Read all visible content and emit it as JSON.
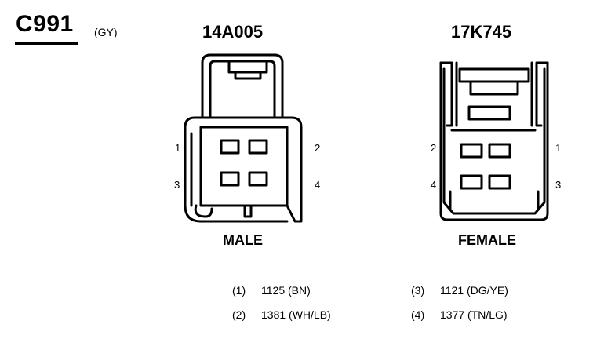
{
  "connector": {
    "id": "C991",
    "color_code": "(GY)"
  },
  "left_connector": {
    "part_number": "14A005",
    "gender": "MALE",
    "pin_labels": [
      "1",
      "2",
      "3",
      "4"
    ]
  },
  "right_connector": {
    "part_number": "17K745",
    "gender": "FEMALE",
    "pin_labels": [
      "2",
      "1",
      "4",
      "3"
    ]
  },
  "circuits": [
    {
      "pin": "(1)",
      "circuit": "1125 (BN)"
    },
    {
      "pin": "(2)",
      "circuit": "1381 (WH/LB)"
    },
    {
      "pin": "(3)",
      "circuit": "1121 (DG/YE)"
    },
    {
      "pin": "(4)",
      "circuit": "1377 (TN/LG)"
    }
  ]
}
